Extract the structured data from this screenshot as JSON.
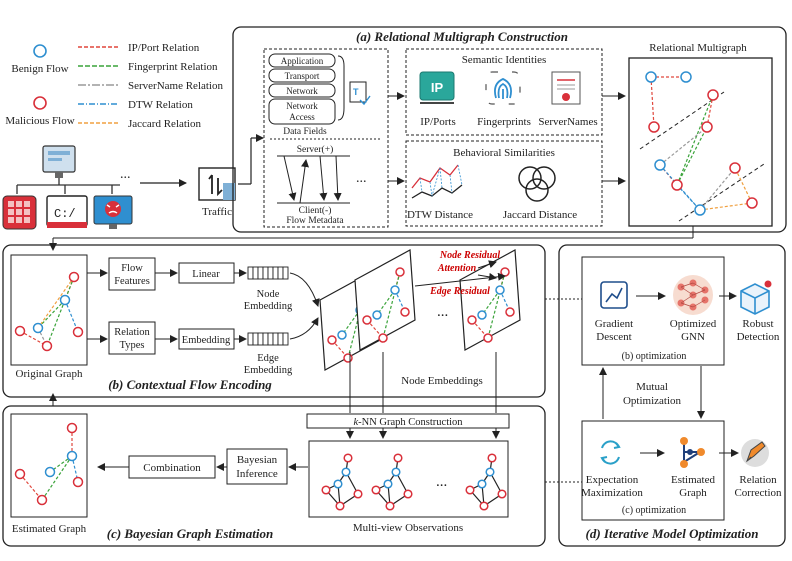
{
  "legend": {
    "benign_flow": "Benign Flow",
    "malicious_flow": "Malicious Flow",
    "relations": [
      {
        "label": "IP/Port Relation",
        "color": "#e0473c"
      },
      {
        "label": "Fingerprint Relation",
        "color": "#3aa33a"
      },
      {
        "label": "ServerName Relation",
        "color": "#9a9a9a"
      },
      {
        "label": "DTW Relation",
        "color": "#2f8fd0"
      },
      {
        "label": "Jaccard Relation",
        "color": "#f0a040"
      }
    ]
  },
  "traffic": {
    "label": "Traffic",
    "ellipsis": "..."
  },
  "panel_a": {
    "title": "(a) Relational Multigraph Construction",
    "data_fields": {
      "items": [
        "Application",
        "Transport",
        "Network",
        "Network Access"
      ],
      "caption": "Data Fields"
    },
    "flow_metadata": {
      "server": "Server(+)",
      "client": "Client(-)",
      "caption": "Flow Metadata",
      "ellipsis": "..."
    },
    "semantic": {
      "title": "Semantic Identities",
      "items": [
        "IP/Ports",
        "Fingerprints",
        "ServerNames"
      ],
      "ip_icon_text": "IP"
    },
    "behavioral": {
      "title": "Behavioral Similarities",
      "items": [
        "DTW Distance",
        "Jaccard Distance"
      ]
    },
    "relational_multigraph": "Relational Multigraph"
  },
  "panel_b": {
    "title": "(b) Contextual Flow Encoding",
    "original_graph": "Original Graph",
    "flow_features": "Flow Features",
    "linear": "Linear",
    "node_embedding": "Node Embedding",
    "relation_types": "Relation Types",
    "embedding": "Embedding",
    "edge_embedding": "Edge Embedding",
    "node_residual": "Node Residual",
    "attention": "Attention",
    "edge_residual": "Edge Residual",
    "node_embeddings": "Node Embeddings",
    "ellipsis": "..."
  },
  "panel_c": {
    "title": "(c) Bayesian Graph Estimation",
    "estimated_graph": "Estimated Graph",
    "combination": "Combination",
    "bayesian_inference": "Bayesian Inference",
    "knn_k": "k",
    "knn": "-NN Graph Construction",
    "multiview": "Multi-view Observations",
    "ellipsis": "..."
  },
  "panel_d": {
    "title": "(d) Iterative Model Optimization",
    "gradient_descent": "Gradient Descent",
    "optimized_gnn": "Optimized GNN",
    "robust_detection": "Robust Detection",
    "b_opt": "(b) optimization",
    "mutual": "Mutual Optimization",
    "em": "Expectation Maximization",
    "estimated_graph": "Estimated Graph",
    "relation_correction": "Relation Correction",
    "c_opt": "(c) optimization"
  },
  "colors": {
    "benign": "#2f8fd0",
    "malicious": "#d9303a",
    "accent_red": "#c00000"
  }
}
